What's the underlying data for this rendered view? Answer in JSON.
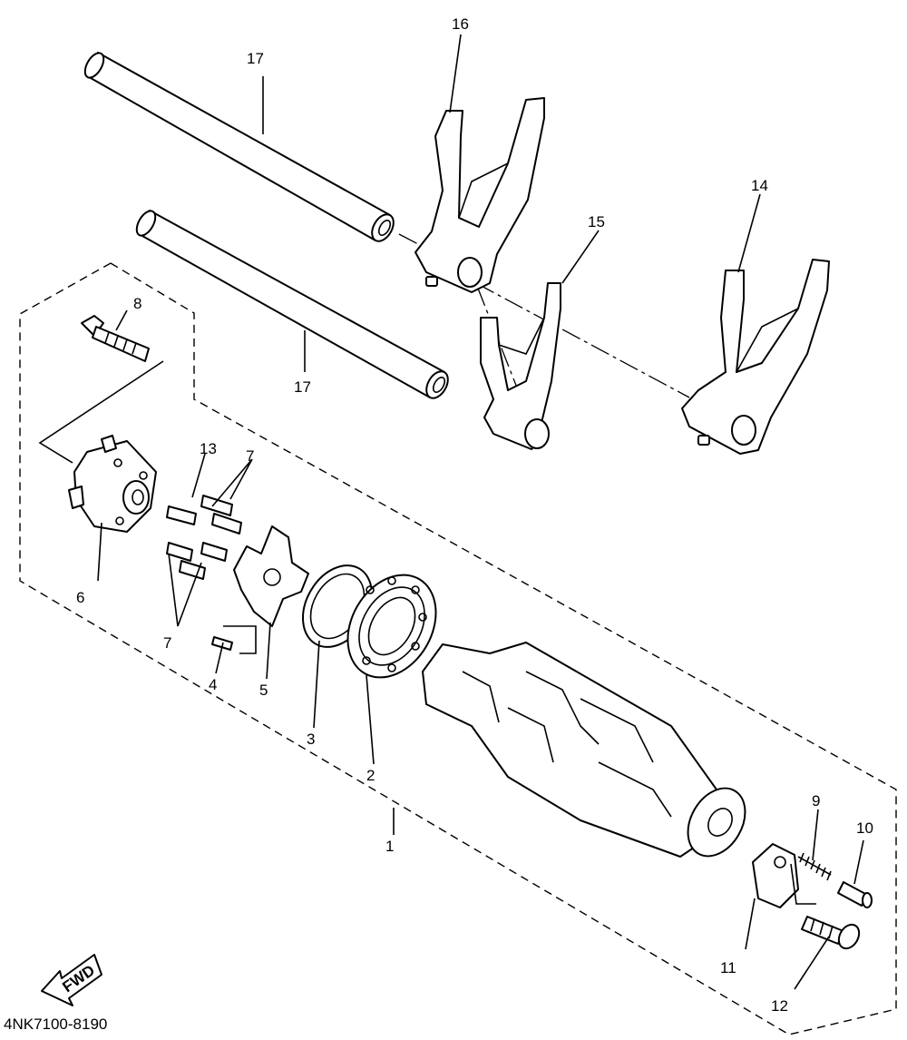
{
  "labels": {
    "p1": "1",
    "p2": "2",
    "p3": "3",
    "p4": "4",
    "p5": "5",
    "p6": "6",
    "p7a": "7",
    "p7b": "7",
    "p8": "8",
    "p9": "9",
    "p10": "10",
    "p11": "11",
    "p12": "12",
    "p13": "13",
    "p14": "14",
    "p15": "15",
    "p16": "16",
    "p17a": "17",
    "p17b": "17"
  },
  "fwd_text": "FWD",
  "drawing_code": "4NK7100-8190"
}
